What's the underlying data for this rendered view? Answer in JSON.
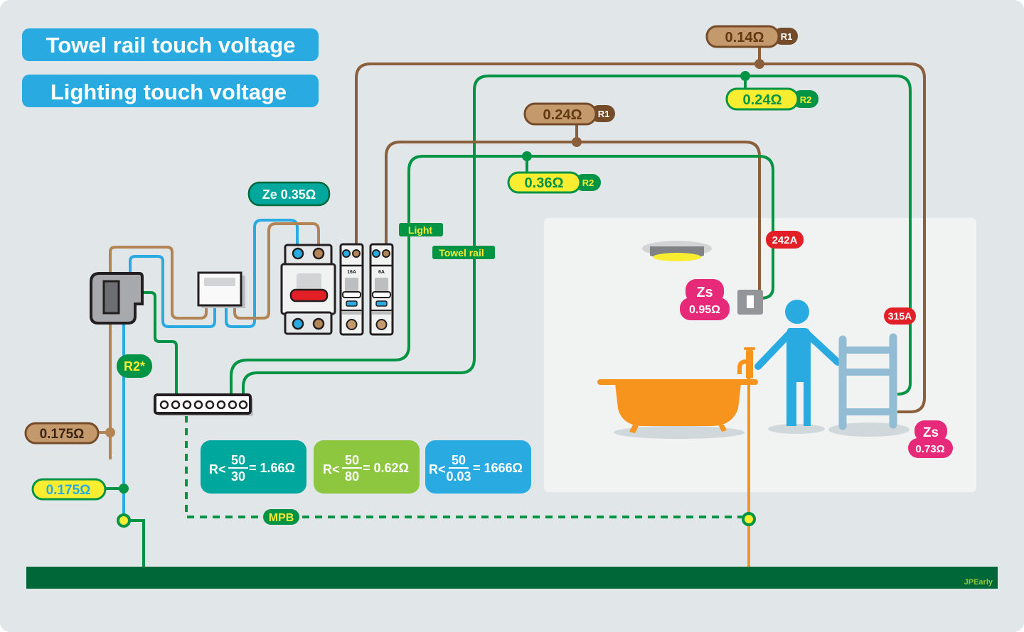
{
  "title_buttons": [
    {
      "label": "Towel rail touch voltage"
    },
    {
      "label": "Lighting touch voltage"
    }
  ],
  "ze_label": "Ze 0.35Ω",
  "circuit_labels": {
    "light": "Light",
    "towel_rail": "Towel rail"
  },
  "mcbs": [
    {
      "rating": "16A"
    },
    {
      "rating": "6A"
    }
  ],
  "r1_tags": [
    {
      "value": "0.14Ω",
      "badge": "R1"
    },
    {
      "value": "0.24Ω",
      "badge": "R1"
    }
  ],
  "r2_tags": [
    {
      "value": "0.24Ω",
      "badge": "R2"
    },
    {
      "value": "0.36Ω",
      "badge": "R2"
    }
  ],
  "fault_currents": {
    "light": "242A",
    "towel_rail": "315A"
  },
  "zs_light": {
    "label": "Zs",
    "value": "0.95Ω"
  },
  "zs_towel": {
    "label": "Zs",
    "value": "0.73Ω"
  },
  "r2_star": "R2*",
  "supply_r1": "0.175Ω",
  "supply_r2": "0.175Ω",
  "mpb": "MPB",
  "formulas": [
    {
      "prefix": "R<",
      "numerator": "50",
      "denominator": "30",
      "result": "= 1.66Ω",
      "color": "#00a79d"
    },
    {
      "prefix": "R<",
      "numerator": "50",
      "denominator": "80",
      "result": "= 0.62Ω",
      "color": "#8dc63f"
    },
    {
      "prefix": "R<",
      "numerator": "50",
      "denominator": "0.03",
      "result": "= 1666Ω",
      "color": "#29abe2"
    }
  ],
  "credit": "JPEarly",
  "colors": {
    "background": "#e1e6e9",
    "room": "#f1f2f2",
    "brown_line": "#8b5e3c",
    "line_brown": "#b38454",
    "green_line": "#009444",
    "blue_line": "#29abe2",
    "yellow": "#f9ed32",
    "red_badge": "#e21f26",
    "pink_badge": "#e7297a",
    "orange": "#f7941d",
    "earth_bar": "#006838",
    "title_blue": "#29abe2",
    "teal": "#00a79d"
  }
}
